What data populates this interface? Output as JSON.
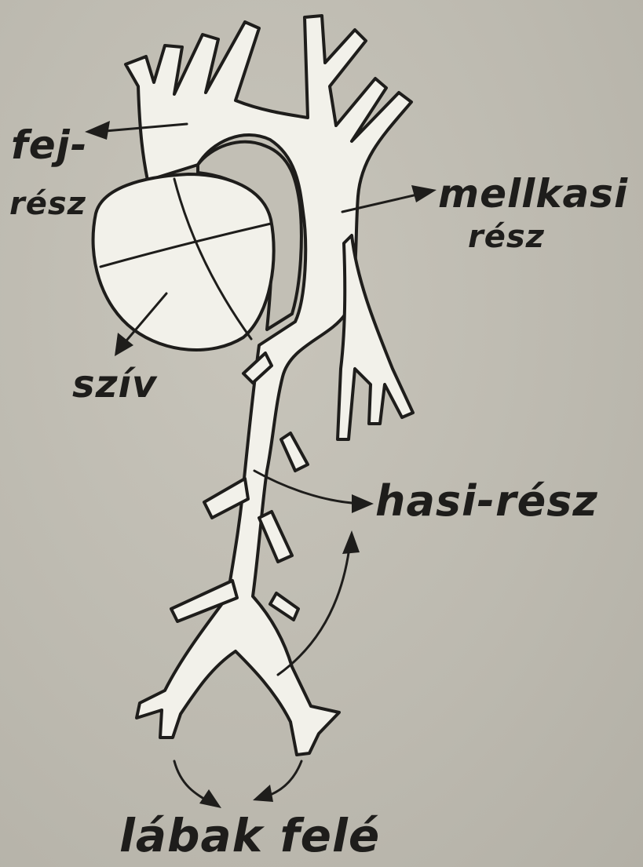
{
  "labels": {
    "fej_line1": "fej-",
    "fej_line2": "rész",
    "mellkasi_line1": "mellkasi",
    "mellkasi_line2": "rész",
    "sziv": "szív",
    "hasi": "hasi-rész",
    "labak": "lábak felé"
  },
  "colors": {
    "paper": "#bfbcb2",
    "ink": "#1e1d1b",
    "vessel_fill": "#f2f1ea"
  }
}
